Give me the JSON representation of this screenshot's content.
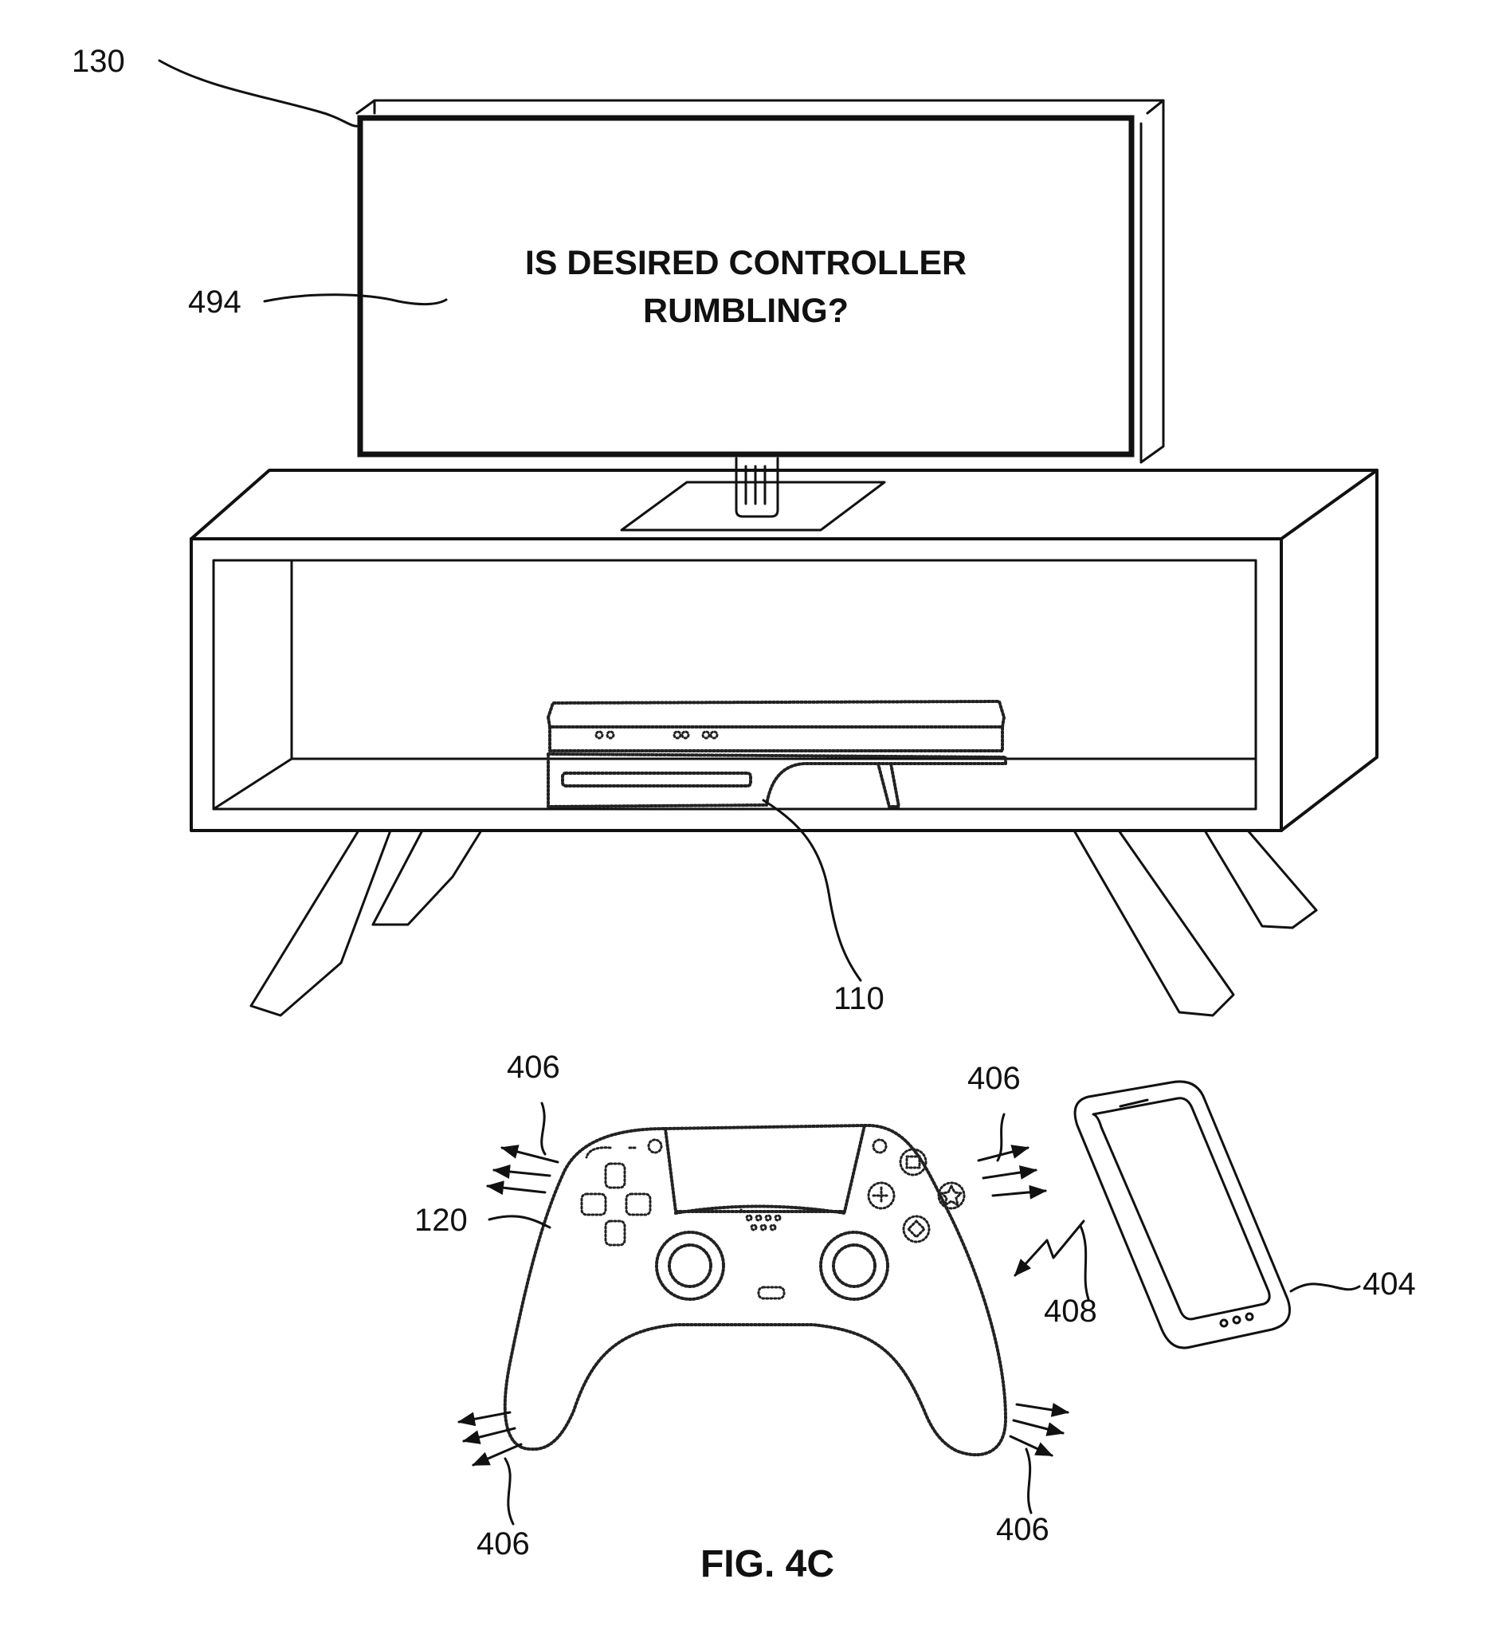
{
  "screen_message": {
    "line1": "IS DESIRED CONTROLLER",
    "line2": "RUMBLING?"
  },
  "reference_labels": {
    "display": "130",
    "message": "494",
    "console": "110",
    "controller": "120",
    "vibration_top_left": "406",
    "vibration_top_right": "406",
    "vibration_bottom_left": "406",
    "vibration_bottom_right": "406",
    "phone": "404",
    "wireless_signal": "408"
  },
  "caption": "FIG. 4C"
}
